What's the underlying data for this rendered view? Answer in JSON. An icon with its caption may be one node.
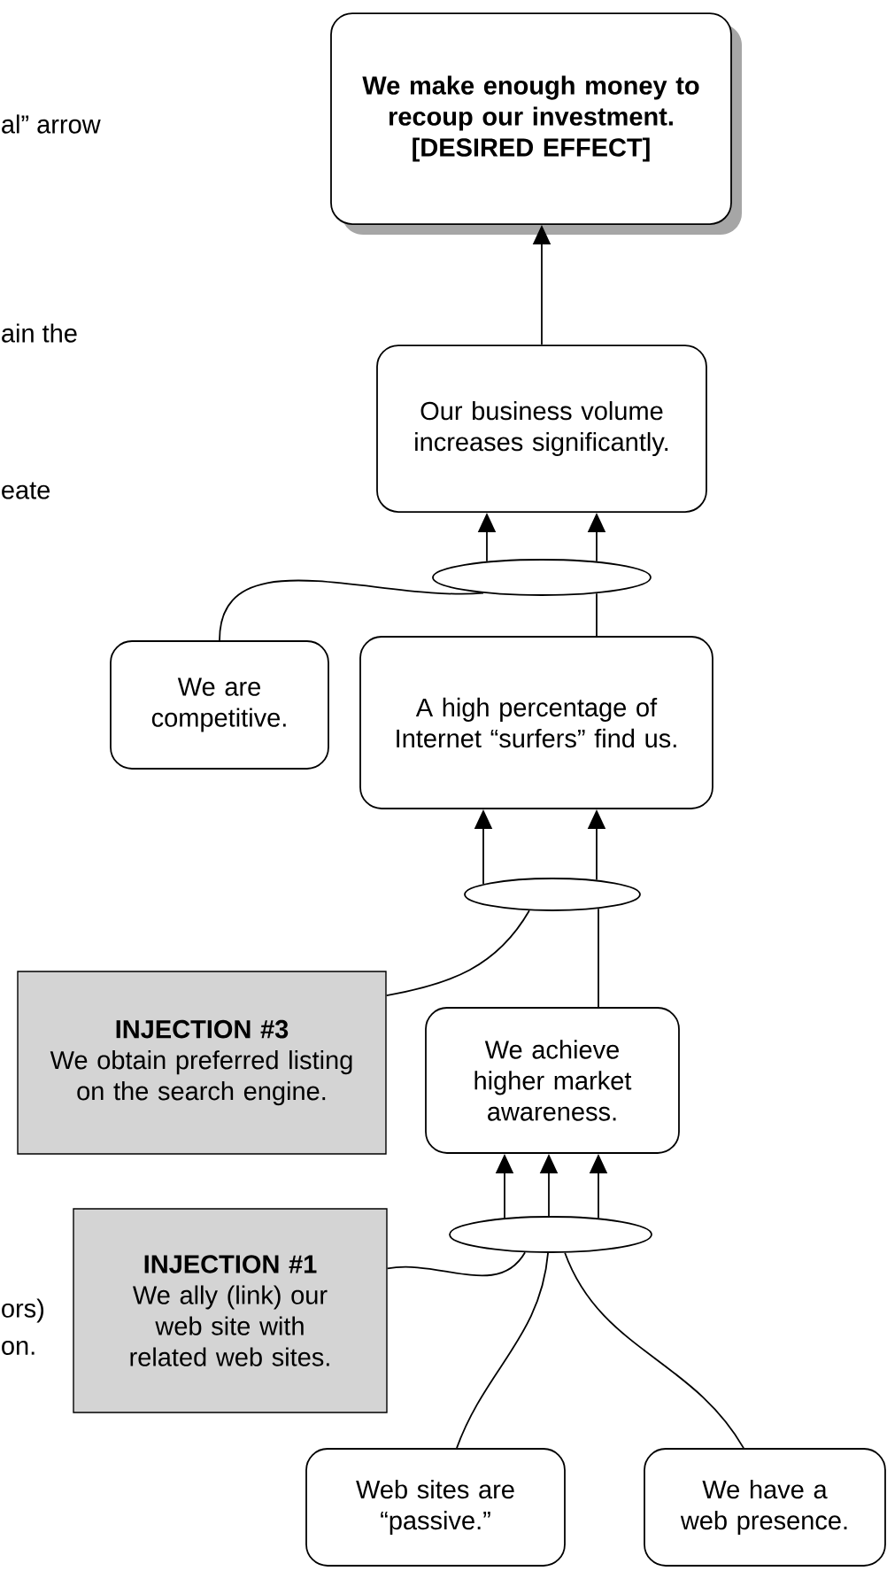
{
  "diagram": {
    "nodes": [
      {
        "text": [
          "We make enough money to recoup our investment. [DESIRED EFFECT]"
        ]
      },
      {
        "text": [
          "Our business volume increases significantly."
        ]
      },
      {
        "text": [],
        "shape": "ellipse"
      },
      {
        "text": [
          "We are competitive."
        ]
      },
      {
        "text": [
          "A high percentage of Internet “surfers” find us."
        ]
      },
      {
        "text": [],
        "shape": "ellipse"
      },
      {
        "text": [
          "INJECTION #3",
          "We obtain preferred listing on the search engine."
        ]
      },
      {
        "text": [
          "We achieve higher market awareness."
        ]
      },
      {
        "text": [],
        "shape": "ellipse"
      },
      {
        "text": [
          "INJECTION #1",
          "We ally (link) our web site with related web sites."
        ]
      },
      {
        "text": [
          "Web sites are “passive.”"
        ]
      },
      {
        "text": [
          "We have a web presence."
        ]
      }
    ],
    "edges": [
      {
        "from": 1,
        "to": 0,
        "arrow": "to"
      },
      {
        "from": 3,
        "to": 2,
        "arrow": "none"
      },
      {
        "from": 4,
        "to": 2,
        "arrow": "none"
      },
      {
        "from": 2,
        "to": 1,
        "arrow": "to"
      },
      {
        "from": 2,
        "to": 1,
        "arrow": "to"
      },
      {
        "from": 6,
        "to": 5,
        "arrow": "none"
      },
      {
        "from": 7,
        "to": 5,
        "arrow": "none"
      },
      {
        "from": 5,
        "to": 4,
        "arrow": "to"
      },
      {
        "from": 5,
        "to": 4,
        "arrow": "to"
      },
      {
        "from": 9,
        "to": 8,
        "arrow": "none"
      },
      {
        "from": 10,
        "to": 8,
        "arrow": "none"
      },
      {
        "from": 11,
        "to": 8,
        "arrow": "none"
      },
      {
        "from": 8,
        "to": 7,
        "arrow": "to"
      },
      {
        "from": 8,
        "to": 7,
        "arrow": "to"
      },
      {
        "from": 8,
        "to": 7,
        "arrow": "to"
      }
    ],
    "labels": [
      "al” arrow",
      "ain the",
      "eate",
      "ors)",
      "on."
    ]
  }
}
